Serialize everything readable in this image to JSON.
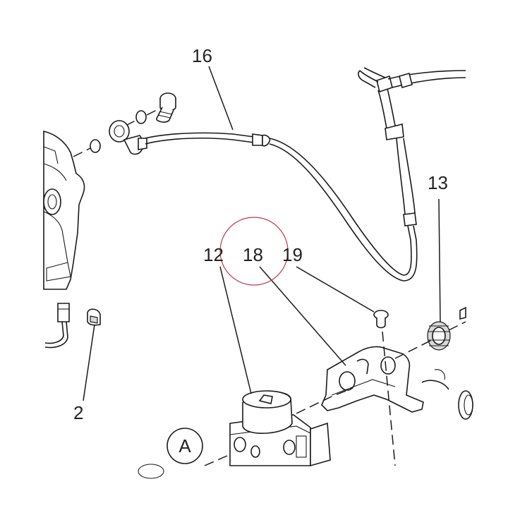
{
  "callouts": {
    "hose": "16",
    "modulator": "12",
    "bracket": "18",
    "screw": "19",
    "sensor_ring": "13",
    "sensor_clip": "2",
    "view_marker": "A"
  },
  "colors": {
    "line": "#1a1a1a",
    "highlight_circle": "#c0394b",
    "background": "#ffffff"
  }
}
